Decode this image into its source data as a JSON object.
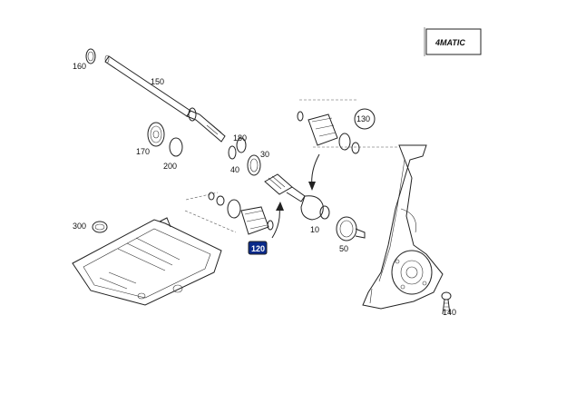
{
  "badge": {
    "text": "4MATIC"
  },
  "callouts": [
    {
      "id": "160",
      "text": "160"
    },
    {
      "id": "150",
      "text": "150"
    },
    {
      "id": "170",
      "text": "170"
    },
    {
      "id": "200",
      "text": "200"
    },
    {
      "id": "180",
      "text": "180"
    },
    {
      "id": "40",
      "text": "40"
    },
    {
      "id": "30",
      "text": "30"
    },
    {
      "id": "130",
      "text": "130"
    },
    {
      "id": "10",
      "text": "10"
    },
    {
      "id": "50",
      "text": "50"
    },
    {
      "id": "300",
      "text": "300"
    },
    {
      "id": "120",
      "text": "120"
    },
    {
      "id": "140",
      "text": "140"
    }
  ],
  "highlight": {
    "part": "120",
    "fill": "#0a2a8a"
  }
}
